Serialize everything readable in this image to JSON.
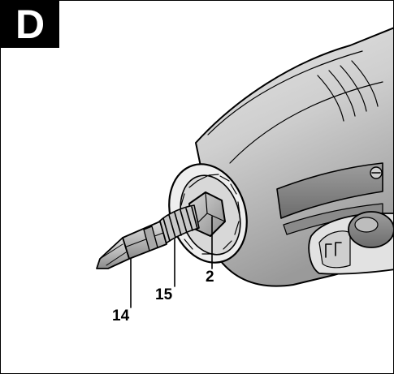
{
  "figure": {
    "letter": "D"
  },
  "callouts": {
    "bit_label": "14",
    "adapter_label": "15",
    "chuck_label": "2"
  },
  "colors": {
    "ink": "#000000",
    "tool_body_tone": "#d2d2d2",
    "bit_tone": "#bdbdbd",
    "background": "#ffffff"
  }
}
